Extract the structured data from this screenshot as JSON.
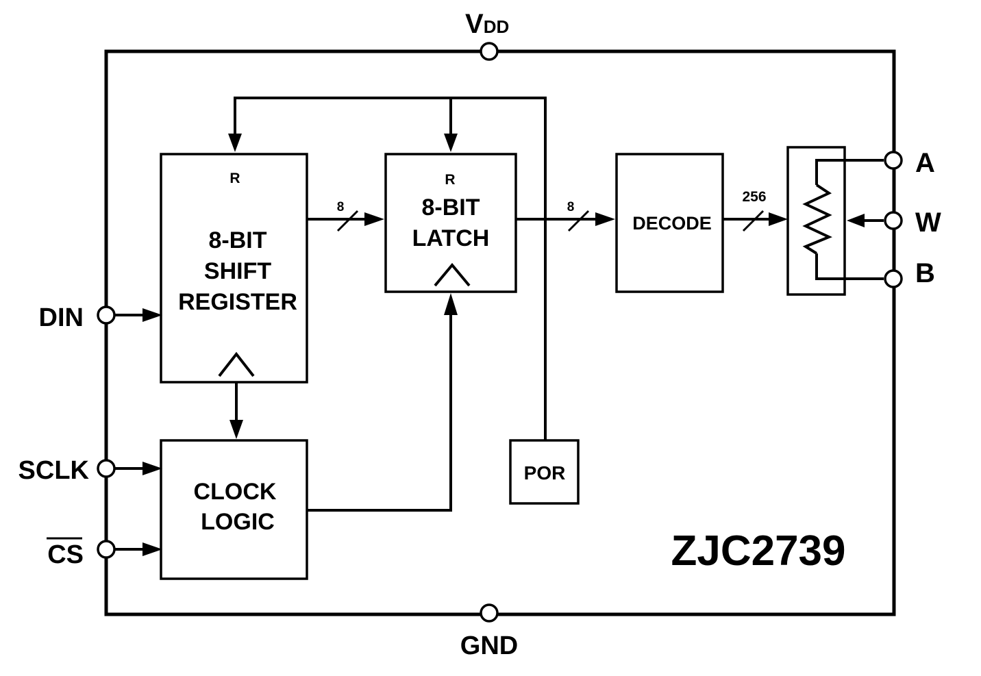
{
  "chip": {
    "part_number": "ZJC2739"
  },
  "pins": {
    "vdd_main": "V",
    "vdd_sub": "DD",
    "gnd": "GND",
    "din": "DIN",
    "sclk": "SCLK",
    "cs": "CS",
    "a": "A",
    "w": "W",
    "b": "B"
  },
  "blocks": {
    "shift_register": {
      "reset": "R",
      "line1": "8-BIT",
      "line2": "SHIFT",
      "line3": "REGISTER"
    },
    "latch": {
      "reset": "R",
      "line1": "8-BIT",
      "line2": "LATCH"
    },
    "decode": {
      "label": "DECODE"
    },
    "clock_logic": {
      "line1": "CLOCK",
      "line2": "LOGIC"
    },
    "por": {
      "label": "POR"
    }
  },
  "buses": {
    "shift_to_latch_width": "8",
    "latch_to_decode_width": "8",
    "decode_to_rdac_width": "256"
  },
  "colors": {
    "ink": "#000000",
    "background": "#ffffff"
  }
}
